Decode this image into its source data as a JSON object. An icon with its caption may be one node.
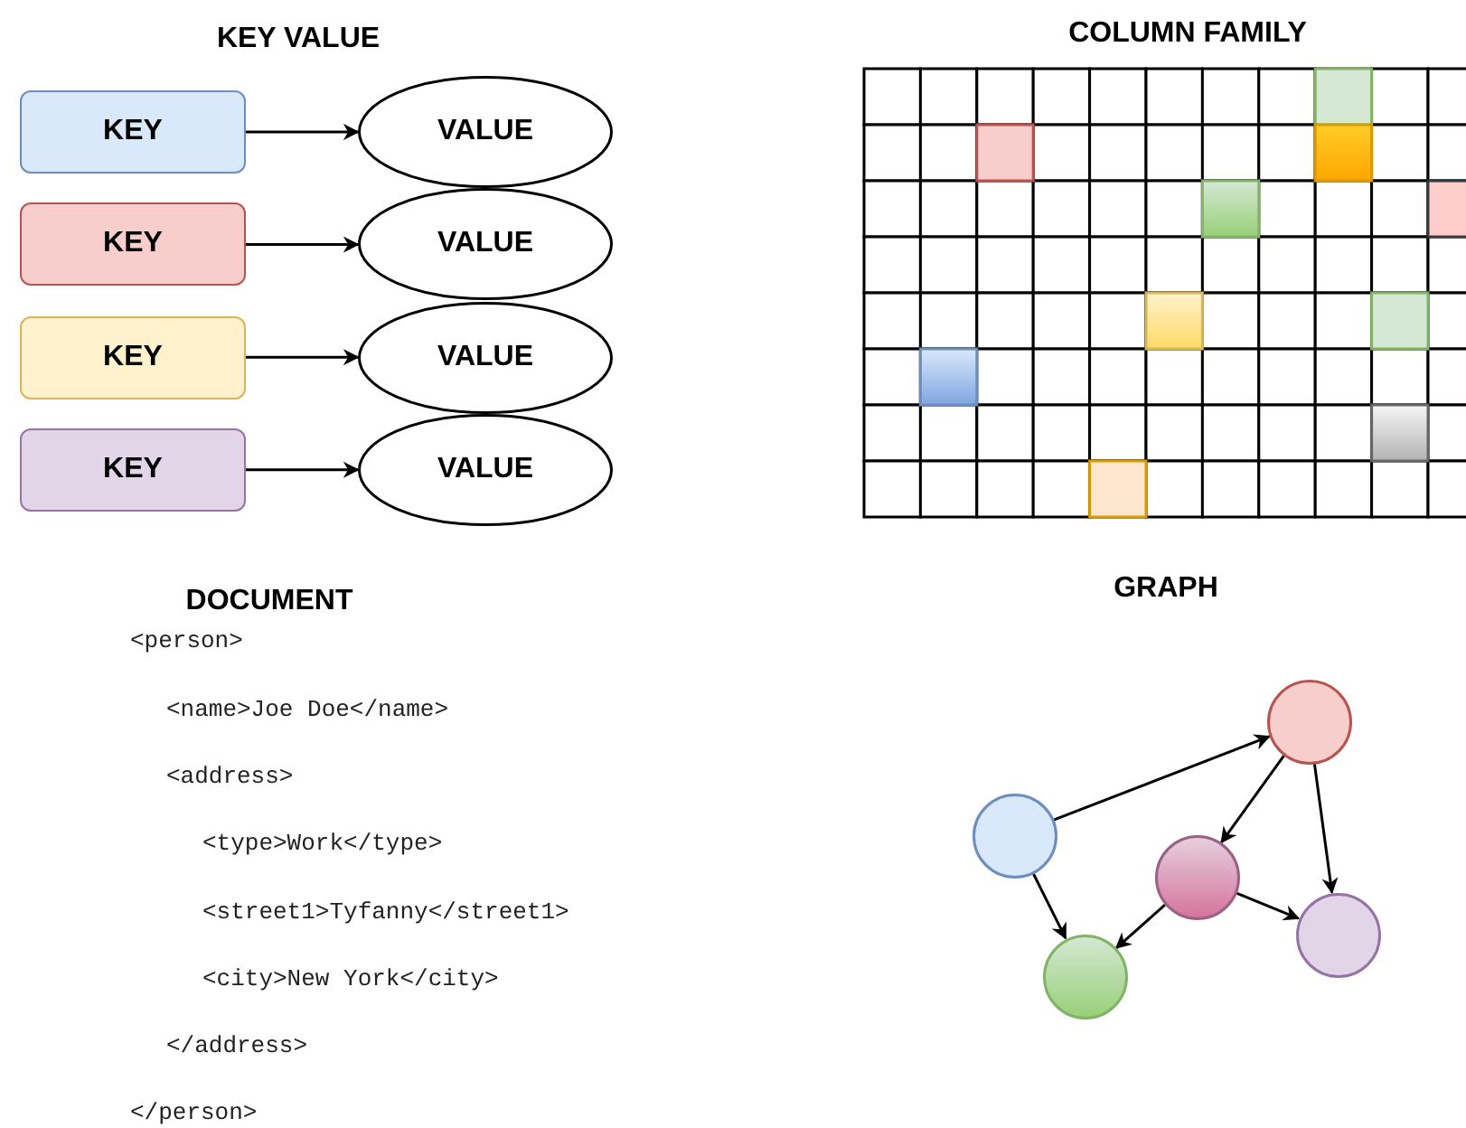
{
  "diagram": {
    "nodes": [
      {
        "text": [
          "KEY"
        ]
      },
      {
        "text": [
          "VALUE"
        ]
      },
      {
        "text": [
          "KEY"
        ]
      },
      {
        "text": [
          "VALUE"
        ]
      },
      {
        "text": [
          "KEY"
        ]
      },
      {
        "text": [
          "VALUE"
        ]
      },
      {
        "text": [
          "KEY"
        ]
      },
      {
        "text": [
          "VALUE"
        ]
      },
      {
        "text": [],
        "shape": "circle"
      },
      {
        "text": [],
        "shape": "circle"
      },
      {
        "text": [],
        "shape": "circle"
      },
      {
        "text": [],
        "shape": "circle"
      },
      {
        "text": [],
        "shape": "circle"
      }
    ],
    "edges": [
      {
        "from": 0,
        "to": 1,
        "arrow": "to"
      },
      {
        "from": 2,
        "to": 3,
        "arrow": "to"
      },
      {
        "from": 4,
        "to": 5,
        "arrow": "to"
      },
      {
        "from": 6,
        "to": 7,
        "arrow": "to"
      },
      {
        "from": 8,
        "to": 11,
        "arrow": "to"
      },
      {
        "from": 8,
        "to": 9,
        "arrow": "to"
      },
      {
        "from": 11,
        "to": 10,
        "arrow": "to"
      },
      {
        "from": 11,
        "to": 12,
        "arrow": "to"
      },
      {
        "from": 10,
        "to": 9,
        "arrow": "to"
      },
      {
        "from": 10,
        "to": 12,
        "arrow": "to"
      }
    ],
    "labels": [
      "KEY VALUE",
      "COLUMN FAMILY",
      "DOCUMENT",
      "GRAPH",
      "<person>",
      "<name>Joe Doe</name>",
      "<address>",
      "<type>Work</type>",
      "<street1>Tyfanny</street1>",
      "<city>New York</city>",
      "</address>",
      "</person>"
    ]
  }
}
